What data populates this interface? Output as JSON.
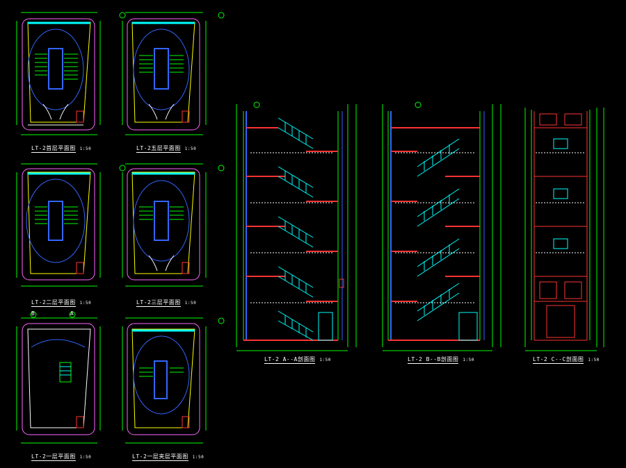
{
  "drawing": {
    "background": "#000000",
    "colors": {
      "wall": "#00ff00",
      "outline": "#ff66ff",
      "yellow": "#ffff00",
      "cyan": "#00ffff",
      "blue": "#3366ff",
      "red": "#ff3333",
      "white": "#ffffff",
      "text": "#ffffff"
    },
    "plans": [
      {
        "title": "LT-2首层平面图",
        "scale": "1:50"
      },
      {
        "title": "LT-2五层平面图",
        "scale": "1:50"
      },
      {
        "title": "LT-2二层平面图",
        "scale": "1:50"
      },
      {
        "title": "LT-2三层平面图",
        "scale": "1:50"
      },
      {
        "title": "LT-2一层平面图",
        "scale": "1:50"
      },
      {
        "title": "LT-2一层夹层平面图",
        "scale": "1:50"
      }
    ],
    "sections": [
      {
        "title": "LT-2 A--A剖面图",
        "scale": "1:50"
      },
      {
        "title": "LT-2 B--B剖面图",
        "scale": "1:50"
      },
      {
        "title": "LT-2 C--C剖面图",
        "scale": "1:50"
      }
    ],
    "grid_markers": [
      "B",
      "A"
    ]
  }
}
